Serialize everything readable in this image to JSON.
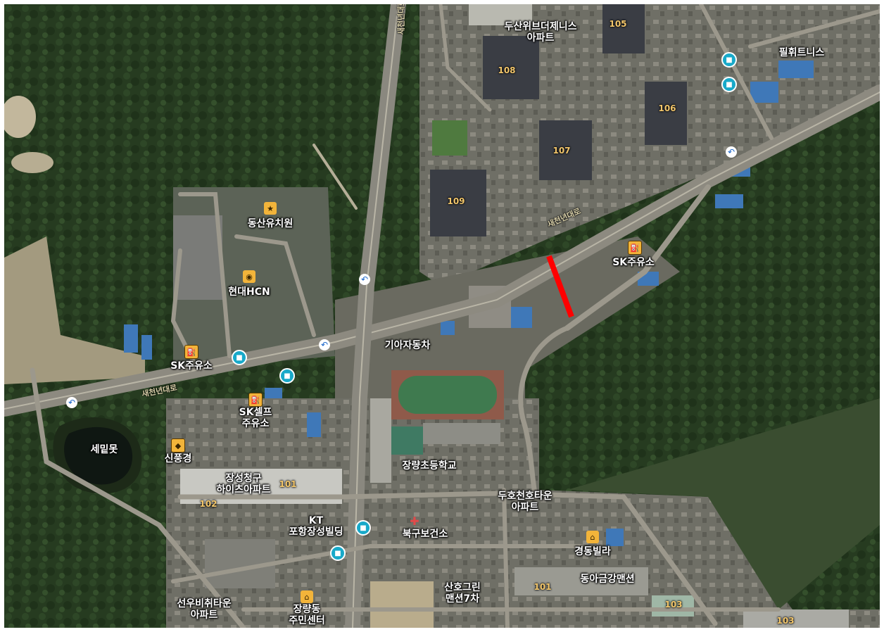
{
  "map": {
    "type": "satellite",
    "accent_color": "#ff0000",
    "places": [
      {
        "name": "두산위브더제니스\n아파트",
        "icon": "none"
      },
      {
        "name": "필휘트니스",
        "icon": "none"
      },
      {
        "name": "동산유치원",
        "icon": "school-icon"
      },
      {
        "name": "현대HCN",
        "icon": "building-icon"
      },
      {
        "name": "SK주유소",
        "icon": "gas-station-icon"
      },
      {
        "name": "SK주유소",
        "icon": "gas-station-icon"
      },
      {
        "name": "기아자동차",
        "icon": "none"
      },
      {
        "name": "SK셀프\n주유소",
        "icon": "gas-station-icon"
      },
      {
        "name": "세밑못",
        "icon": "none"
      },
      {
        "name": "신풍경",
        "icon": "restaurant-icon"
      },
      {
        "name": "장성청구\n하이츠아파트",
        "icon": "none"
      },
      {
        "name": "장량초등학교",
        "icon": "none"
      },
      {
        "name": "두호천호타운\n아파트",
        "icon": "none"
      },
      {
        "name": "KT\n포항장성빌딩",
        "icon": "none"
      },
      {
        "name": "북구보건소",
        "icon": "hospital-icon"
      },
      {
        "name": "경동빌라",
        "icon": "building-icon"
      },
      {
        "name": "산호그린\n맨션7차",
        "icon": "none"
      },
      {
        "name": "동아금강맨션",
        "icon": "none"
      },
      {
        "name": "선우비취타운\n아파트",
        "icon": "none"
      },
      {
        "name": "장량동\n주민센터",
        "icon": "building-icon"
      }
    ],
    "building_numbers": [
      "105",
      "108",
      "106",
      "107",
      "109",
      "101",
      "102",
      "101",
      "103",
      "103"
    ],
    "road_names": [
      "새천년대로",
      "새천년대로",
      "새천년대로"
    ],
    "icons": {
      "bus_stops": 6,
      "u_turns": 4
    }
  }
}
